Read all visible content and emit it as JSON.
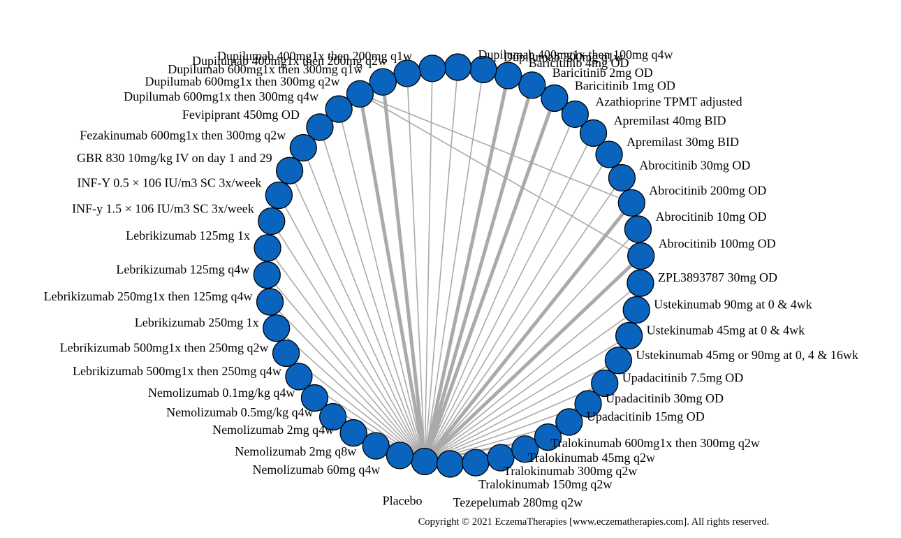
{
  "colors": {
    "node_fill": "#0A64BE",
    "node_stroke": "#000000",
    "edge": "#AAAAAA"
  },
  "nodes": [
    {
      "id": "placebo",
      "label": "Placebo"
    },
    {
      "id": "tezep",
      "label": "Tezepelumab 280mg q2w"
    },
    {
      "id": "tralo150",
      "label": "Tralokinumab 150mg q2w"
    },
    {
      "id": "tralo300",
      "label": "Tralokinumab 300mg q2w"
    },
    {
      "id": "tralo45",
      "label": "Tralokinumab 45mg q2w"
    },
    {
      "id": "tralo600",
      "label": "Tralokinumab 600mg1x then 300mg q2w"
    },
    {
      "id": "upa15",
      "label": "Upadacitinib 15mg OD"
    },
    {
      "id": "upa30",
      "label": "Upadacitinib 30mg OD"
    },
    {
      "id": "upa75",
      "label": "Upadacitinib 7.5mg OD"
    },
    {
      "id": "uste4590",
      "label": "Ustekinumab 45mg or 90mg at 0, 4 & 16wk"
    },
    {
      "id": "uste45",
      "label": "Ustekinumab 45mg at 0 & 4wk"
    },
    {
      "id": "uste90",
      "label": "Ustekinumab 90mg at 0 & 4wk"
    },
    {
      "id": "zpl",
      "label": "ZPL3893787 30mg OD"
    },
    {
      "id": "abro100",
      "label": "Abrocitinib 100mg OD"
    },
    {
      "id": "abro10",
      "label": "Abrocitinib 10mg OD"
    },
    {
      "id": "abro200",
      "label": "Abrocitinib 200mg OD"
    },
    {
      "id": "abro30",
      "label": "Abrocitinib 30mg OD"
    },
    {
      "id": "apre30",
      "label": "Apremilast 30mg BID"
    },
    {
      "id": "apre40",
      "label": "Apremilast 40mg BID"
    },
    {
      "id": "aza",
      "label": "Azathioprine TPMT adjusted"
    },
    {
      "id": "bari1",
      "label": "Baricitinib 1mg OD"
    },
    {
      "id": "bari2",
      "label": "Baricitinib 2mg OD"
    },
    {
      "id": "bari4",
      "label": "Baricitinib 4mg OD"
    },
    {
      "id": "dupi300q1w",
      "label": "Dupilumab 300mg q1w"
    },
    {
      "id": "dupi400_100q4w",
      "label": "Dupilumab 400mg1x then 100mg q4w"
    },
    {
      "id": "dupi400_200q1w",
      "label": "Dupilumab 400mg1x then 200mg q1w"
    },
    {
      "id": "dupi400_200q2w",
      "label": "Dupilumab 400mg1x then 200mg q2w"
    },
    {
      "id": "dupi600_300q1w",
      "label": "Dupilumab 600mg1x then 300mg q1w"
    },
    {
      "id": "dupi600_300q2w",
      "label": "Dupilumab 600mg1x then 300mg q2w"
    },
    {
      "id": "dupi600_300q4w",
      "label": "Dupilumab 600mg1x then 300mg q4w"
    },
    {
      "id": "fevi",
      "label": "Fevipiprant 450mg OD"
    },
    {
      "id": "feza",
      "label": "Fezakinumab 600mg1x then 300mg q2w"
    },
    {
      "id": "gbr",
      "label": "GBR 830 10mg/kg IV on day 1 and 29"
    },
    {
      "id": "infy05",
      "label": "INF-Y 0.5 × 106 IU/m3 SC 3x/week"
    },
    {
      "id": "infy15",
      "label": "INF-y 1.5 × 106 IU/m3 SC 3x/week"
    },
    {
      "id": "lebri125_1x",
      "label": "Lebrikizumab 125mg 1x"
    },
    {
      "id": "lebri125q4w",
      "label": "Lebrikizumab 125mg q4w"
    },
    {
      "id": "lebri250_125q4w",
      "label": "Lebrikizumab 250mg1x then 125mg q4w"
    },
    {
      "id": "lebri250_1x",
      "label": "Lebrikizumab 250mg 1x"
    },
    {
      "id": "lebri500_250q2w",
      "label": "Lebrikizumab 500mg1x then 250mg q2w"
    },
    {
      "id": "lebri500_250q4w",
      "label": "Lebrikizumab 500mg1x then 250mg q4w"
    },
    {
      "id": "nemo01",
      "label": "Nemolizumab 0.1mg/kg q4w"
    },
    {
      "id": "nemo05",
      "label": "Nemolizumab 0.5mg/kg q4w"
    },
    {
      "id": "nemo2q4w",
      "label": "Nemolizumab 2mg q4w"
    },
    {
      "id": "nemo2q8w",
      "label": "Nemolizumab 2mg q8w"
    },
    {
      "id": "nemo60",
      "label": "Nemolizumab 60mg q4w"
    }
  ],
  "edges": [
    {
      "from": "placebo",
      "to": "tralo300",
      "weight": 1
    },
    {
      "from": "placebo",
      "to": "tralo45",
      "weight": 1
    },
    {
      "from": "placebo",
      "to": "tralo600",
      "weight": 2
    },
    {
      "from": "placebo",
      "to": "upa15",
      "weight": 1
    },
    {
      "from": "placebo",
      "to": "upa30",
      "weight": 1
    },
    {
      "from": "placebo",
      "to": "upa75",
      "weight": 1
    },
    {
      "from": "placebo",
      "to": "uste4590",
      "weight": 1
    },
    {
      "from": "placebo",
      "to": "uste45",
      "weight": 1
    },
    {
      "from": "placebo",
      "to": "uste90",
      "weight": 1
    },
    {
      "from": "placebo",
      "to": "zpl",
      "weight": 1
    },
    {
      "from": "placebo",
      "to": "abro100",
      "weight": 3
    },
    {
      "from": "placebo",
      "to": "abro10",
      "weight": 1
    },
    {
      "from": "placebo",
      "to": "abro200",
      "weight": 3
    },
    {
      "from": "placebo",
      "to": "abro30",
      "weight": 1
    },
    {
      "from": "placebo",
      "to": "apre30",
      "weight": 1
    },
    {
      "from": "placebo",
      "to": "apre40",
      "weight": 1
    },
    {
      "from": "placebo",
      "to": "aza",
      "weight": 1
    },
    {
      "from": "placebo",
      "to": "bari1",
      "weight": 3
    },
    {
      "from": "placebo",
      "to": "bari2",
      "weight": 3
    },
    {
      "from": "placebo",
      "to": "bari4",
      "weight": 3
    },
    {
      "from": "placebo",
      "to": "dupi300q1w",
      "weight": 1
    },
    {
      "from": "placebo",
      "to": "dupi400_100q4w",
      "weight": 1
    },
    {
      "from": "placebo",
      "to": "dupi400_200q1w",
      "weight": 1
    },
    {
      "from": "placebo",
      "to": "dupi400_200q2w",
      "weight": 1
    },
    {
      "from": "placebo",
      "to": "dupi600_300q1w",
      "weight": 3
    },
    {
      "from": "placebo",
      "to": "dupi600_300q2w",
      "weight": 3
    },
    {
      "from": "placebo",
      "to": "dupi600_300q4w",
      "weight": 1
    },
    {
      "from": "placebo",
      "to": "fevi",
      "weight": 1
    },
    {
      "from": "placebo",
      "to": "feza",
      "weight": 1
    },
    {
      "from": "placebo",
      "to": "gbr",
      "weight": 1
    },
    {
      "from": "placebo",
      "to": "infy05",
      "weight": 1
    },
    {
      "from": "placebo",
      "to": "infy15",
      "weight": 1
    },
    {
      "from": "placebo",
      "to": "lebri125_1x",
      "weight": 1
    },
    {
      "from": "placebo",
      "to": "lebri125q4w",
      "weight": 1
    },
    {
      "from": "placebo",
      "to": "lebri250_125q4w",
      "weight": 1
    },
    {
      "from": "placebo",
      "to": "lebri250_1x",
      "weight": 1
    },
    {
      "from": "placebo",
      "to": "lebri500_250q2w",
      "weight": 1
    },
    {
      "from": "placebo",
      "to": "lebri500_250q4w",
      "weight": 1
    },
    {
      "from": "placebo",
      "to": "nemo01",
      "weight": 1
    },
    {
      "from": "placebo",
      "to": "nemo05",
      "weight": 1
    },
    {
      "from": "placebo",
      "to": "nemo2q4w",
      "weight": 1
    },
    {
      "from": "placebo",
      "to": "nemo2q8w",
      "weight": 1
    },
    {
      "from": "dupi600_300q2w",
      "to": "abro200",
      "weight": 1
    },
    {
      "from": "dupi600_300q2w",
      "to": "abro100",
      "weight": 1
    }
  ],
  "copyright": "Copyright © 2021 EczemaTherapies [www.eczematherapies.com]. All rights reserved."
}
